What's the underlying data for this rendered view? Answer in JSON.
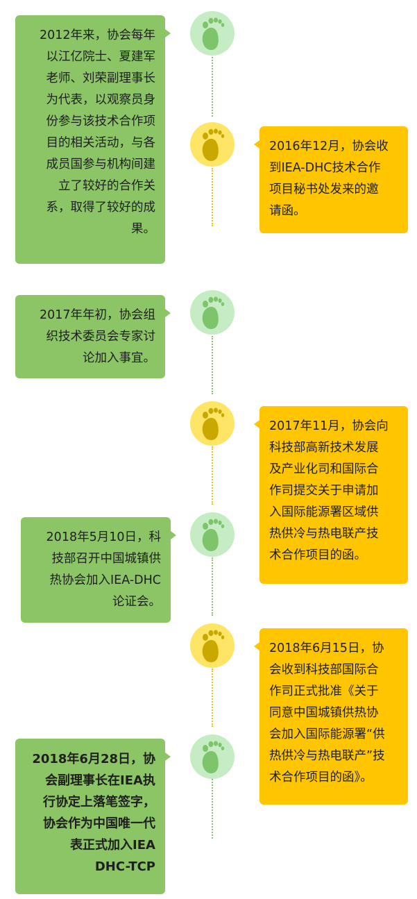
{
  "timeline": {
    "events": [
      {
        "text": "2012年来，协会每年以江亿院士、夏建军老师、刘荣副理事长为代表，以观察员身份参与该技术合作项目的相关活动，与各成员国参与机构间建立了较好的合作关系，取得了较好的成果。",
        "lines": "2012年来，协会每年\n以江亿院士、夏建军\n老师、刘荣副理事长\n为代表，以观察员身\n份参与该技术合作项\n目的相关活动，与各\n成员国参与机构间建\n立了较好的合作关\n系，取得了较好的成\n果。"
      },
      {
        "text": "2016年12月，协会收到IEA-DHC技术合作项目秘书处发来的邀请函。",
        "lines": "2016年12月，协会收\n到IEA-DHC技术合作\n项目秘书处发来的邀\n请函。"
      },
      {
        "text": "2017年年初，协会组织技术委员会专家讨论加入事宜。",
        "lines": "2017年年初，协会组\n织技术委员会专家讨\n论加入事宜。"
      },
      {
        "text": "2017年11月，协会向科技部高新技术发展及产业化司和国际合作司提交关于申请加入国际能源署区域供热供冷与热电联产技术合作项目的函。",
        "lines": "2017年11月，协会向\n科技部高新技术发展\n及产业化司和国际合\n作司提交关于申请加\n入国际能源署区域供\n热供冷与热电联产技\n术合作项目的函。"
      },
      {
        "text": "2018年5月10日，科技部召开中国城镇供热协会加入IEA-DHC论证会。",
        "lines": "2018年5月10日，科\n技部召开中国城镇供\n热协会加入IEA-DHC\n论证会。"
      },
      {
        "text": "2018年6月15日，协会收到科技部国际合作司正式批准《关于同意中国城镇供热协会加入国际能源署“供热供冷与热电联产”技术合作项目的函》。",
        "lines": "2018年6月15日，协\n会收到科技部国际合\n作司正式批准《关于\n同意中国城镇供热协\n会加入国际能源署“供\n热供冷与热电联产”技\n术合作项目的函》。"
      },
      {
        "text": "2018年6月28日，协会副理事长在IEA执行协定上落笔签字，协会作为中国唯一代表正式加入IEA DHC-TCP",
        "lines": "2018年6月28日，协\n会副理事长在IEA执\n行协定上落笔签字，\n协会作为中国唯一代\n表正式加入IEA\nDHC-TCP"
      }
    ]
  },
  "icons": {
    "node": "footprint-icon"
  },
  "colors": {
    "green_card": "#8bc566",
    "yellow_card": "#ffc600",
    "green_node": "#c5ecc2",
    "yellow_node": "#ffe566",
    "green_foot": "#7dc46a",
    "yellow_foot": "#c9a800"
  }
}
